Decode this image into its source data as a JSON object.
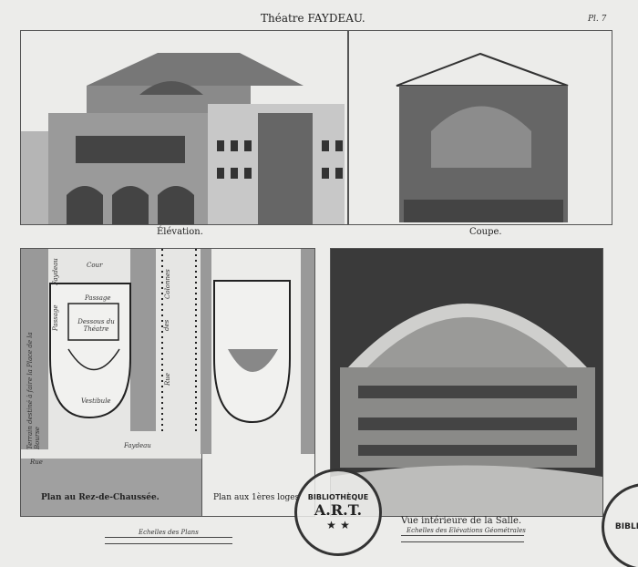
{
  "title": "Théatre FAYDEAU.",
  "plate_number": "Pl. 7",
  "panels": {
    "elevation": "Élévation.",
    "section": "Coupe.",
    "ground_plan": "Plan au Rez-de-Chaussée.",
    "first_plan": "Plan aux 1ères loges",
    "interior": "Vue intérieure de la Salle."
  },
  "plan_labels": {
    "court": "Cour",
    "faydeau_vertical": "Faydeau",
    "passage": "Passage",
    "passage_vertical": "Passage",
    "under_stage": "Dessous du Théatre",
    "vestibule": "Vestibule",
    "terrain": "Terrain destiné à faire la Place de la Bourse",
    "rue_colonnes_1": "Rue",
    "rue_colonnes_2": "des",
    "rue_colonnes_3": "Colonnes",
    "rue_faydeau_1": "Rue",
    "rue_faydeau_2": "Faydeau"
  },
  "scales": {
    "plans": "Echelles des Plans",
    "elevations": "Echelles des Elévations Géométrales"
  },
  "stamp": {
    "ring": "BIBLIOTHÈQUE",
    "center": "A.R.T."
  }
}
